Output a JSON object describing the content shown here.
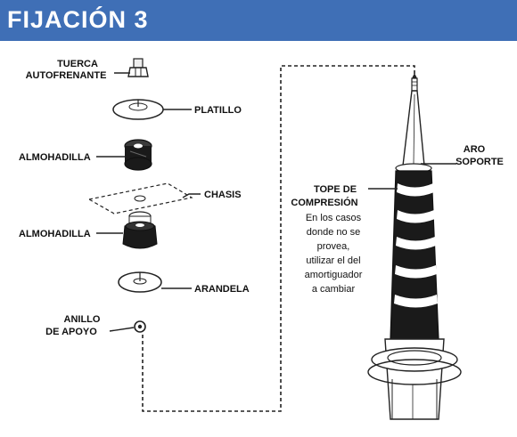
{
  "header": {
    "title": "FIJACIÓN 3"
  },
  "labels": {
    "tuerca_line1": "TUERCA",
    "tuerca_line2": "AUTOFRENANTE",
    "platillo": "PLATILLO",
    "almohadilla_top": "ALMOHADILLA",
    "chasis": "CHASIS",
    "almohadilla_bottom": "ALMOHADILLA",
    "arandela": "ARANDELA",
    "anillo_line1": "ANILLO",
    "anillo_line2": "DE APOYO",
    "aro_line1": "ARO",
    "aro_line2": "SOPORTE",
    "tope_line1": "TOPE DE",
    "tope_line2": "COMPRESIÓN",
    "note_line1": "En los casos",
    "note_line2": "donde no se",
    "note_line3": "provea,",
    "note_line4": "utilizar el del",
    "note_line5": "amortiguador",
    "note_line6": "a cambiar"
  },
  "colors": {
    "header_bg": "#3f6fb6",
    "header_text": "#ffffff",
    "line": "#222222",
    "dark_part": "#1a1a1a"
  }
}
